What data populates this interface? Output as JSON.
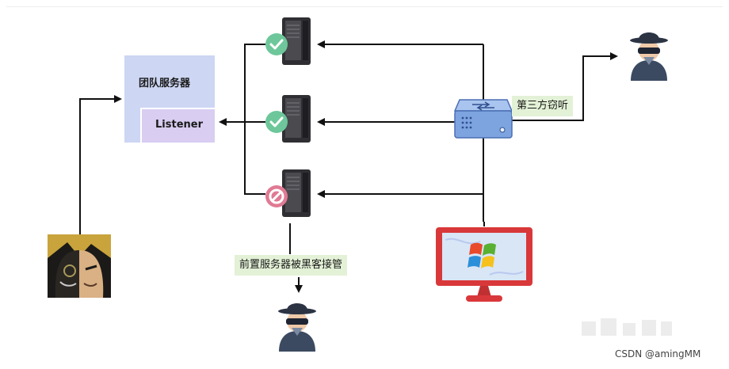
{
  "diagram": {
    "team_server_label": "团队服务器",
    "listener_label": "Listener",
    "third_party_tag": "第三方窃听",
    "front_server_tag": "前置服务器被黑客接管",
    "watermark": "CSDN @amingMM",
    "colors": {
      "team_box": "#cdd6f3",
      "listener_box": "#d9cdf1",
      "tag_bg": "#e3f1d6",
      "check_badge": "#6dc79a",
      "blocked_badge": "#e07a93",
      "switch_blue": "#7ea4e0",
      "monitor_red": "#d9383a"
    },
    "icons": {
      "server_ok_top": "server-icon",
      "server_ok_mid": "server-icon",
      "server_compromised": "server-icon",
      "check": "check-circle-icon",
      "blocked": "no-entry-icon",
      "switch": "network-switch-icon",
      "hacker_top": "hacker-icon",
      "hacker_bottom": "hacker-icon",
      "victim": "user-avatar-icon",
      "pc": "windows-monitor-icon"
    }
  }
}
